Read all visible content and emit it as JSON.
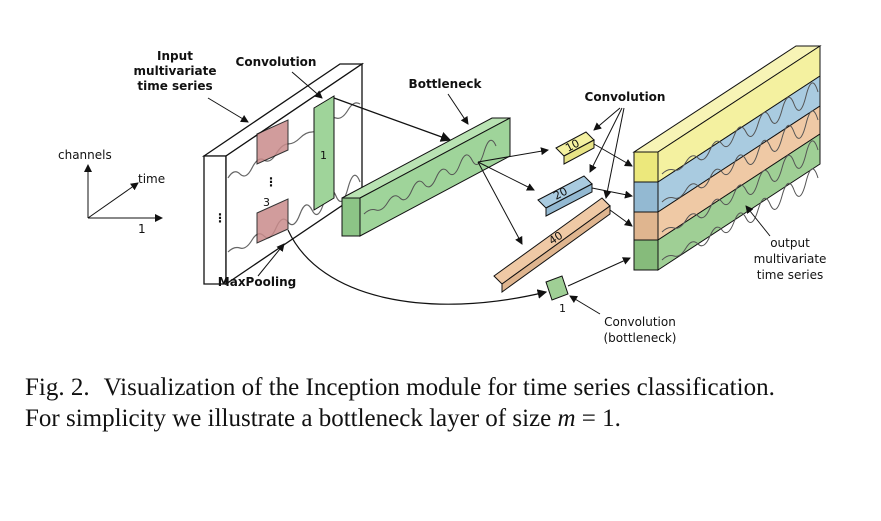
{
  "diagram": {
    "input_label": [
      "Input",
      "multivariate",
      "time series"
    ],
    "convolution_top_label": "Convolution",
    "bottleneck_label": "Bottleneck",
    "convolution_right_label": "Convolution",
    "axis_channels": "channels",
    "axis_time": "time",
    "axis_one": "1",
    "kernel_sizes": {
      "k10": "10",
      "k20": "20",
      "k40": "40",
      "k1": "1"
    },
    "conv_window_label": "1",
    "maxpool_window_label": "3",
    "maxpooling_label": "MaxPooling",
    "output_label": [
      "output",
      "multivariate",
      "time series"
    ],
    "conv_bottleneck_label": [
      "Convolution",
      "(bottleneck)"
    ],
    "colors": {
      "bottleneck": "#9fd49a",
      "yellow": "#f4f1a0",
      "blue": "#a9cbe0",
      "orange": "#efc9a5",
      "green": "#9fcf95",
      "maxpool": "#c98b8b"
    }
  },
  "caption": {
    "number": "Fig. 2.",
    "text_line1": "Visualization of the Inception module for time series classification.",
    "text_line2_prefix": "For simplicity we illustrate a bottleneck layer of size ",
    "var": "m",
    "text_line2_suffix": " = 1."
  }
}
